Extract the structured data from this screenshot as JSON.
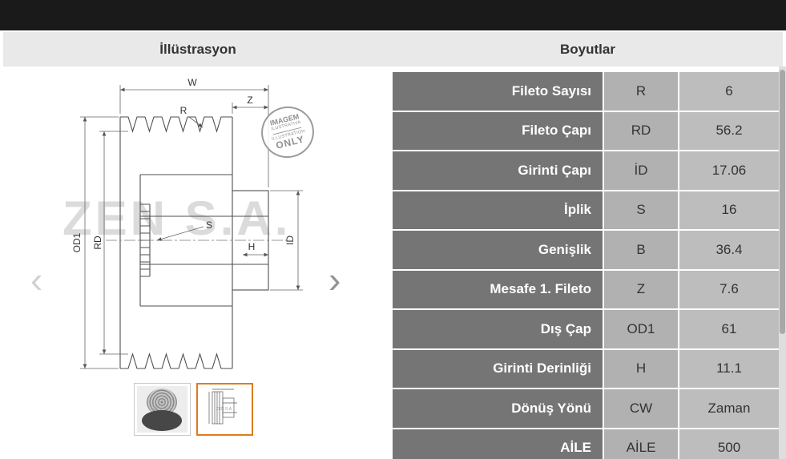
{
  "header": {
    "illustration": "İllüstrasyon",
    "dimensions": "Boyutlar"
  },
  "illustration": {
    "watermark": "ZEN S.A.",
    "stamp": {
      "line1": "IMAGEM",
      "line2": "ILUSTRATIVA",
      "line3": "ILLUSTRATION",
      "line4": "ONLY"
    },
    "dim_labels": {
      "W": "W",
      "Z": "Z",
      "R": "R",
      "S": "S",
      "H": "H",
      "ID": "ID",
      "OD1": "OD1",
      "RD": "RD"
    },
    "nav": {
      "prev": "‹",
      "next": "›"
    }
  },
  "table": {
    "rows": [
      {
        "label": "Fileto Sayısı",
        "code": "R",
        "value": "6"
      },
      {
        "label": "Fileto Çapı",
        "code": "RD",
        "value": "56.2"
      },
      {
        "label": "Girinti Çapı",
        "code": "İD",
        "value": "17.06"
      },
      {
        "label": "İplik",
        "code": "S",
        "value": "16"
      },
      {
        "label": "Genişlik",
        "code": "B",
        "value": "36.4"
      },
      {
        "label": "Mesafe 1. Fileto",
        "code": "Z",
        "value": "7.6"
      },
      {
        "label": "Dış Çap",
        "code": "OD1",
        "value": "61"
      },
      {
        "label": "Girinti Derinliği",
        "code": "H",
        "value": "11.1"
      },
      {
        "label": "Dönüş Yönü",
        "code": "CW",
        "value": "Zaman"
      },
      {
        "label": "AİLE",
        "code": "AİLE",
        "value": "500"
      }
    ]
  },
  "colors": {
    "topbar_bg": "#1a1a1a",
    "header_bg": "#e9e9e9",
    "label_bg": "#757575",
    "code_bg": "#b1b1b1",
    "value_bg": "#bdbdbd",
    "selected_thumb_border": "#e07b1c"
  }
}
